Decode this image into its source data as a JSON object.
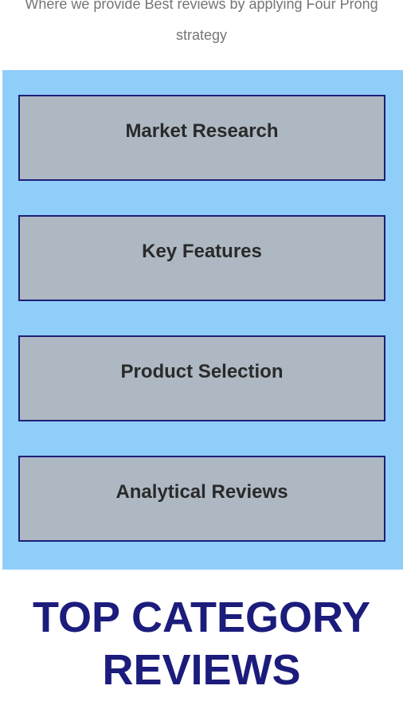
{
  "intro": {
    "text": "Where we provide Best reviews by applying Four Prong strategy"
  },
  "steps": [
    {
      "label": "Market Research"
    },
    {
      "label": "Key Features"
    },
    {
      "label": "Product Selection"
    },
    {
      "label": "Analytical Reviews"
    }
  ],
  "heading": {
    "text": "TOP CATEGORY REVIEWS"
  },
  "colors": {
    "panel_background": "#90cefa",
    "card_background": "#adb8c2",
    "card_border": "#1e1f78",
    "heading": "#1c1c7c",
    "intro_text": "#757575"
  }
}
